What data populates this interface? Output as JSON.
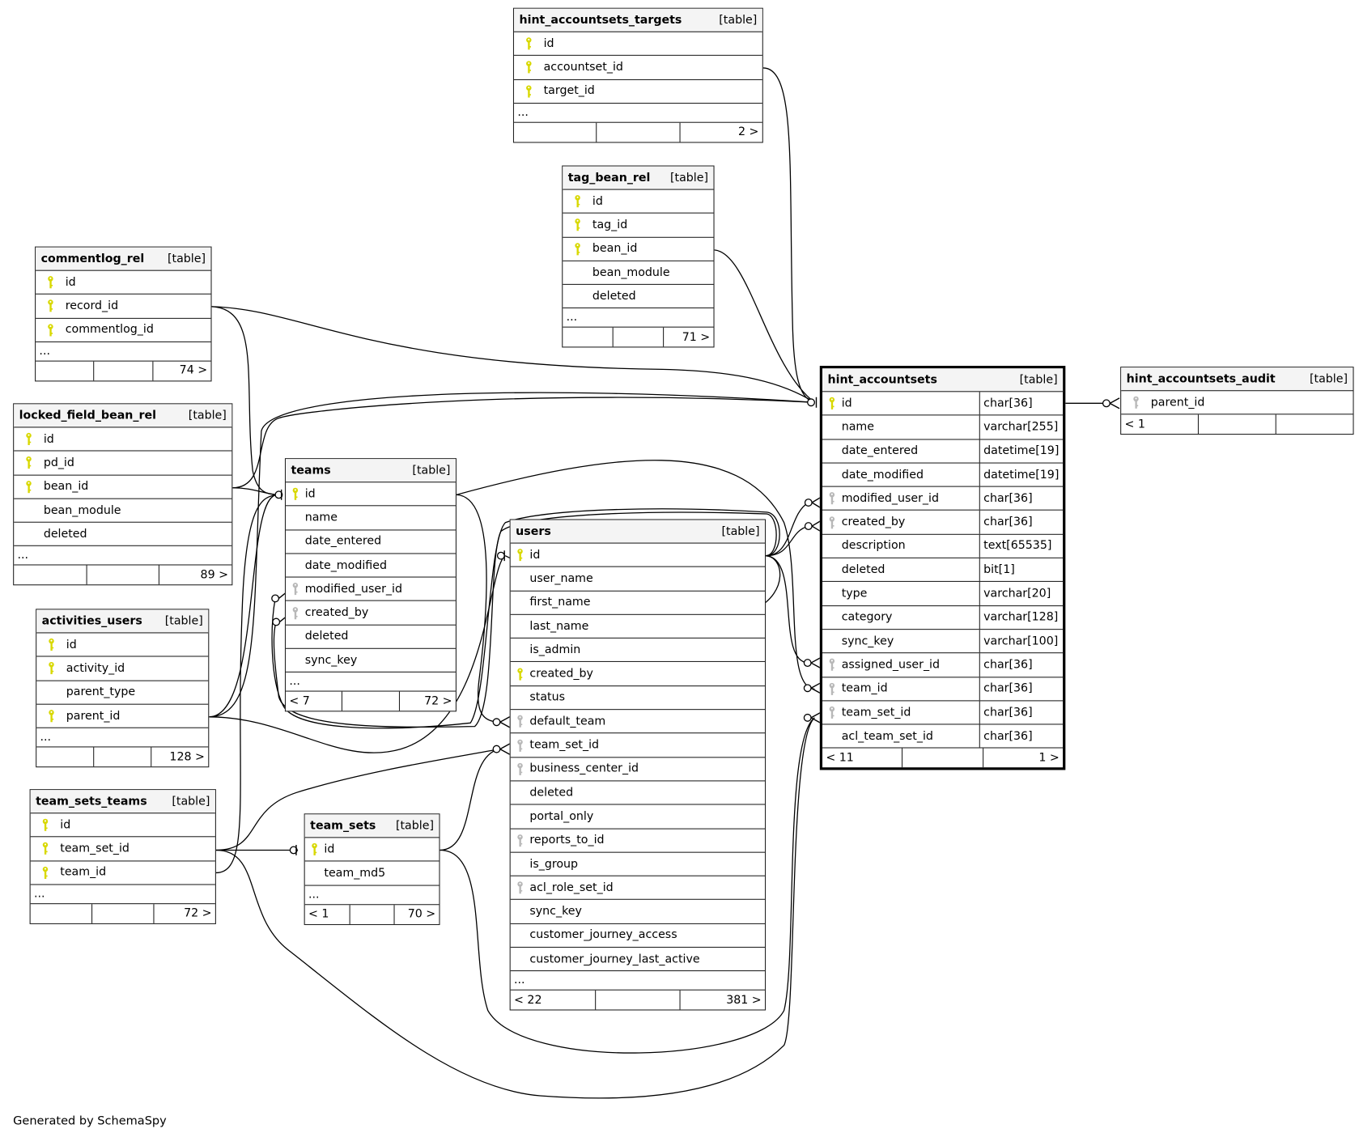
{
  "footer_text": "Generated by SchemaSpy",
  "table_kind_label": "[table]",
  "colors": {
    "primary_key": "#d8d800",
    "foreign_key": "#b8b8b8",
    "header_bg": "#f4f4f4",
    "border": "#222222"
  },
  "tables": {
    "hint_accountsets_targets": {
      "name": "hint_accountsets_targets",
      "columns": [
        {
          "name": "id",
          "key": "primary"
        },
        {
          "name": "accountset_id",
          "key": "primary"
        },
        {
          "name": "target_id",
          "key": "primary"
        }
      ],
      "more": "...",
      "footer": [
        "",
        "",
        "2 >"
      ]
    },
    "tag_bean_rel": {
      "name": "tag_bean_rel",
      "columns": [
        {
          "name": "id",
          "key": "primary"
        },
        {
          "name": "tag_id",
          "key": "primary"
        },
        {
          "name": "bean_id",
          "key": "primary"
        },
        {
          "name": "bean_module",
          "key": ""
        },
        {
          "name": "deleted",
          "key": ""
        }
      ],
      "more": "...",
      "footer": [
        "",
        "",
        "71 >"
      ]
    },
    "commentlog_rel": {
      "name": "commentlog_rel",
      "columns": [
        {
          "name": "id",
          "key": "primary"
        },
        {
          "name": "record_id",
          "key": "primary"
        },
        {
          "name": "commentlog_id",
          "key": "primary"
        }
      ],
      "more": "...",
      "footer": [
        "",
        "",
        "74 >"
      ]
    },
    "locked_field_bean_rel": {
      "name": "locked_field_bean_rel",
      "columns": [
        {
          "name": "id",
          "key": "primary"
        },
        {
          "name": "pd_id",
          "key": "primary"
        },
        {
          "name": "bean_id",
          "key": "primary"
        },
        {
          "name": "bean_module",
          "key": ""
        },
        {
          "name": "deleted",
          "key": ""
        }
      ],
      "more": "...",
      "footer": [
        "",
        "",
        "89 >"
      ]
    },
    "activities_users": {
      "name": "activities_users",
      "columns": [
        {
          "name": "id",
          "key": "primary"
        },
        {
          "name": "activity_id",
          "key": "primary"
        },
        {
          "name": "parent_type",
          "key": ""
        },
        {
          "name": "parent_id",
          "key": "primary"
        }
      ],
      "more": "...",
      "footer": [
        "",
        "",
        "128 >"
      ]
    },
    "team_sets_teams": {
      "name": "team_sets_teams",
      "columns": [
        {
          "name": "id",
          "key": "primary"
        },
        {
          "name": "team_set_id",
          "key": "primary"
        },
        {
          "name": "team_id",
          "key": "primary"
        }
      ],
      "more": "...",
      "footer": [
        "",
        "",
        "72 >"
      ]
    },
    "teams": {
      "name": "teams",
      "columns": [
        {
          "name": "id",
          "key": "primary"
        },
        {
          "name": "name",
          "key": ""
        },
        {
          "name": "date_entered",
          "key": ""
        },
        {
          "name": "date_modified",
          "key": ""
        },
        {
          "name": "modified_user_id",
          "key": "foreign"
        },
        {
          "name": "created_by",
          "key": "foreign"
        },
        {
          "name": "deleted",
          "key": ""
        },
        {
          "name": "sync_key",
          "key": ""
        }
      ],
      "more": "...",
      "footer": [
        "< 7",
        "",
        "72 >"
      ]
    },
    "team_sets": {
      "name": "team_sets",
      "columns": [
        {
          "name": "id",
          "key": "primary"
        },
        {
          "name": "team_md5",
          "key": ""
        }
      ],
      "more": "...",
      "footer": [
        "< 1",
        "",
        "70 >"
      ]
    },
    "users": {
      "name": "users",
      "columns": [
        {
          "name": "id",
          "key": "primary"
        },
        {
          "name": "user_name",
          "key": ""
        },
        {
          "name": "first_name",
          "key": ""
        },
        {
          "name": "last_name",
          "key": ""
        },
        {
          "name": "is_admin",
          "key": ""
        },
        {
          "name": "created_by",
          "key": "primary"
        },
        {
          "name": "status",
          "key": ""
        },
        {
          "name": "default_team",
          "key": "foreign"
        },
        {
          "name": "team_set_id",
          "key": "foreign"
        },
        {
          "name": "business_center_id",
          "key": "foreign"
        },
        {
          "name": "deleted",
          "key": ""
        },
        {
          "name": "portal_only",
          "key": ""
        },
        {
          "name": "reports_to_id",
          "key": "foreign"
        },
        {
          "name": "is_group",
          "key": ""
        },
        {
          "name": "acl_role_set_id",
          "key": "foreign"
        },
        {
          "name": "sync_key",
          "key": ""
        },
        {
          "name": "customer_journey_access",
          "key": ""
        },
        {
          "name": "customer_journey_last_active",
          "key": ""
        }
      ],
      "more": "...",
      "footer": [
        "< 22",
        "",
        "381 >"
      ]
    },
    "hint_accountsets": {
      "name": "hint_accountsets",
      "columns": [
        {
          "name": "id",
          "key": "primary",
          "type": "char[36]"
        },
        {
          "name": "name",
          "key": "",
          "type": "varchar[255]"
        },
        {
          "name": "date_entered",
          "key": "",
          "type": "datetime[19]"
        },
        {
          "name": "date_modified",
          "key": "",
          "type": "datetime[19]"
        },
        {
          "name": "modified_user_id",
          "key": "foreign",
          "type": "char[36]"
        },
        {
          "name": "created_by",
          "key": "foreign",
          "type": "char[36]"
        },
        {
          "name": "description",
          "key": "",
          "type": "text[65535]"
        },
        {
          "name": "deleted",
          "key": "",
          "type": "bit[1]"
        },
        {
          "name": "type",
          "key": "",
          "type": "varchar[20]"
        },
        {
          "name": "category",
          "key": "",
          "type": "varchar[128]"
        },
        {
          "name": "sync_key",
          "key": "",
          "type": "varchar[100]"
        },
        {
          "name": "assigned_user_id",
          "key": "foreign",
          "type": "char[36]"
        },
        {
          "name": "team_id",
          "key": "foreign",
          "type": "char[36]"
        },
        {
          "name": "team_set_id",
          "key": "foreign",
          "type": "char[36]"
        },
        {
          "name": "acl_team_set_id",
          "key": "",
          "type": "char[36]"
        }
      ],
      "footer": [
        "< 11",
        "",
        "1 >"
      ]
    },
    "hint_accountsets_audit": {
      "name": "hint_accountsets_audit",
      "columns": [
        {
          "name": "parent_id",
          "key": "foreign"
        }
      ],
      "footer": [
        "< 1",
        "",
        ""
      ]
    }
  }
}
